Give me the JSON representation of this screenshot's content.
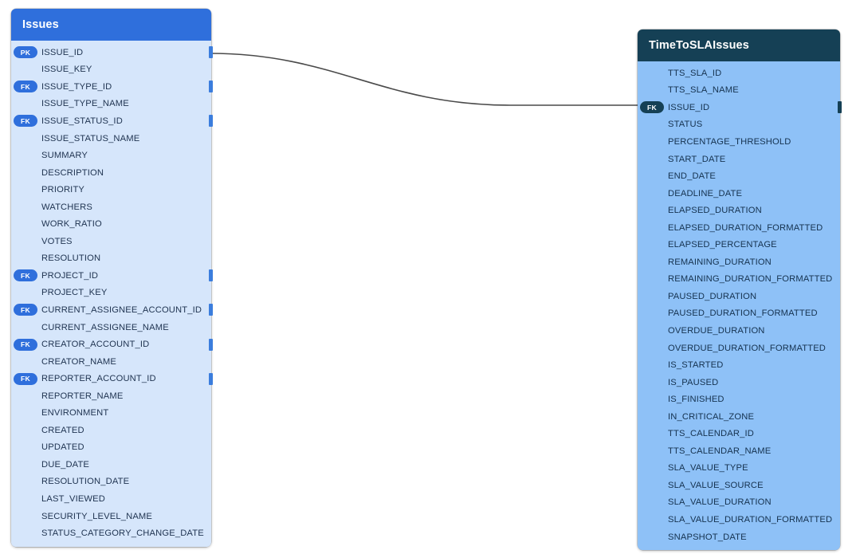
{
  "diagram": {
    "type": "entity-relationship-diagram",
    "background": "#ffffff",
    "relationship": {
      "name": "issues-to-sla-issue-id",
      "from_entity": "Issues",
      "from_attribute": "ISSUE_ID",
      "to_entity": "TimeToSLAIssues",
      "to_attribute": "ISSUE_ID",
      "line_color": "#4a4a4a",
      "style": "bezier"
    },
    "entities": [
      {
        "id": "issues",
        "title": "Issues",
        "header_color": "#2f6fdc",
        "body_color": "#d6e6fb",
        "badge_color": "#2f6fdc",
        "attributes": [
          {
            "key": "PK",
            "name": "ISSUE_ID",
            "connector": true
          },
          {
            "key": "",
            "name": "ISSUE_KEY",
            "connector": false
          },
          {
            "key": "FK",
            "name": "ISSUE_TYPE_ID",
            "connector": true
          },
          {
            "key": "",
            "name": "ISSUE_TYPE_NAME",
            "connector": false
          },
          {
            "key": "FK",
            "name": "ISSUE_STATUS_ID",
            "connector": true
          },
          {
            "key": "",
            "name": "ISSUE_STATUS_NAME",
            "connector": false
          },
          {
            "key": "",
            "name": "SUMMARY",
            "connector": false
          },
          {
            "key": "",
            "name": "DESCRIPTION",
            "connector": false
          },
          {
            "key": "",
            "name": "PRIORITY",
            "connector": false
          },
          {
            "key": "",
            "name": "WATCHERS",
            "connector": false
          },
          {
            "key": "",
            "name": "WORK_RATIO",
            "connector": false
          },
          {
            "key": "",
            "name": "VOTES",
            "connector": false
          },
          {
            "key": "",
            "name": "RESOLUTION",
            "connector": false
          },
          {
            "key": "FK",
            "name": "PROJECT_ID",
            "connector": true
          },
          {
            "key": "",
            "name": "PROJECT_KEY",
            "connector": false
          },
          {
            "key": "FK",
            "name": "CURRENT_ASSIGNEE_ACCOUNT_ID",
            "connector": true
          },
          {
            "key": "",
            "name": "CURRENT_ASSIGNEE_NAME",
            "connector": false
          },
          {
            "key": "FK",
            "name": "CREATOR_ACCOUNT_ID",
            "connector": true
          },
          {
            "key": "",
            "name": "CREATOR_NAME",
            "connector": false
          },
          {
            "key": "FK",
            "name": "REPORTER_ACCOUNT_ID",
            "connector": true
          },
          {
            "key": "",
            "name": "REPORTER_NAME",
            "connector": false
          },
          {
            "key": "",
            "name": "ENVIRONMENT",
            "connector": false
          },
          {
            "key": "",
            "name": "CREATED",
            "connector": false
          },
          {
            "key": "",
            "name": "UPDATED",
            "connector": false
          },
          {
            "key": "",
            "name": "DUE_DATE",
            "connector": false
          },
          {
            "key": "",
            "name": "RESOLUTION_DATE",
            "connector": false
          },
          {
            "key": "",
            "name": "LAST_VIEWED",
            "connector": false
          },
          {
            "key": "",
            "name": "SECURITY_LEVEL_NAME",
            "connector": false
          },
          {
            "key": "",
            "name": "STATUS_CATEGORY_CHANGE_DATE",
            "connector": false
          }
        ]
      },
      {
        "id": "sla",
        "title": "TimeToSLAIssues",
        "header_color": "#154055",
        "body_color": "#8ec1f7",
        "badge_color": "#154055",
        "attributes": [
          {
            "key": "",
            "name": "TTS_SLA_ID",
            "connector": false
          },
          {
            "key": "",
            "name": "TTS_SLA_NAME",
            "connector": false
          },
          {
            "key": "FK",
            "name": "ISSUE_ID",
            "connector": true
          },
          {
            "key": "",
            "name": "STATUS",
            "connector": false
          },
          {
            "key": "",
            "name": "PERCENTAGE_THRESHOLD",
            "connector": false
          },
          {
            "key": "",
            "name": "START_DATE",
            "connector": false
          },
          {
            "key": "",
            "name": "END_DATE",
            "connector": false
          },
          {
            "key": "",
            "name": "DEADLINE_DATE",
            "connector": false
          },
          {
            "key": "",
            "name": "ELAPSED_DURATION",
            "connector": false
          },
          {
            "key": "",
            "name": "ELAPSED_DURATION_FORMATTED",
            "connector": false
          },
          {
            "key": "",
            "name": "ELAPSED_PERCENTAGE",
            "connector": false
          },
          {
            "key": "",
            "name": "REMAINING_DURATION",
            "connector": false
          },
          {
            "key": "",
            "name": "REMAINING_DURATION_FORMATTED",
            "connector": false
          },
          {
            "key": "",
            "name": "PAUSED_DURATION",
            "connector": false
          },
          {
            "key": "",
            "name": "PAUSED_DURATION_FORMATTED",
            "connector": false
          },
          {
            "key": "",
            "name": "OVERDUE_DURATION",
            "connector": false
          },
          {
            "key": "",
            "name": "OVERDUE_DURATION_FORMATTED",
            "connector": false
          },
          {
            "key": "",
            "name": "IS_STARTED",
            "connector": false
          },
          {
            "key": "",
            "name": "IS_PAUSED",
            "connector": false
          },
          {
            "key": "",
            "name": "IS_FINISHED",
            "connector": false
          },
          {
            "key": "",
            "name": "IN_CRITICAL_ZONE",
            "connector": false
          },
          {
            "key": "",
            "name": "TTS_CALENDAR_ID",
            "connector": false
          },
          {
            "key": "",
            "name": "TTS_CALENDAR_NAME",
            "connector": false
          },
          {
            "key": "",
            "name": "SLA_VALUE_TYPE",
            "connector": false
          },
          {
            "key": "",
            "name": "SLA_VALUE_SOURCE",
            "connector": false
          },
          {
            "key": "",
            "name": "SLA_VALUE_DURATION",
            "connector": false
          },
          {
            "key": "",
            "name": "SLA_VALUE_DURATION_FORMATTED",
            "connector": false
          },
          {
            "key": "",
            "name": "SNAPSHOT_DATE",
            "connector": false
          }
        ]
      }
    ]
  }
}
